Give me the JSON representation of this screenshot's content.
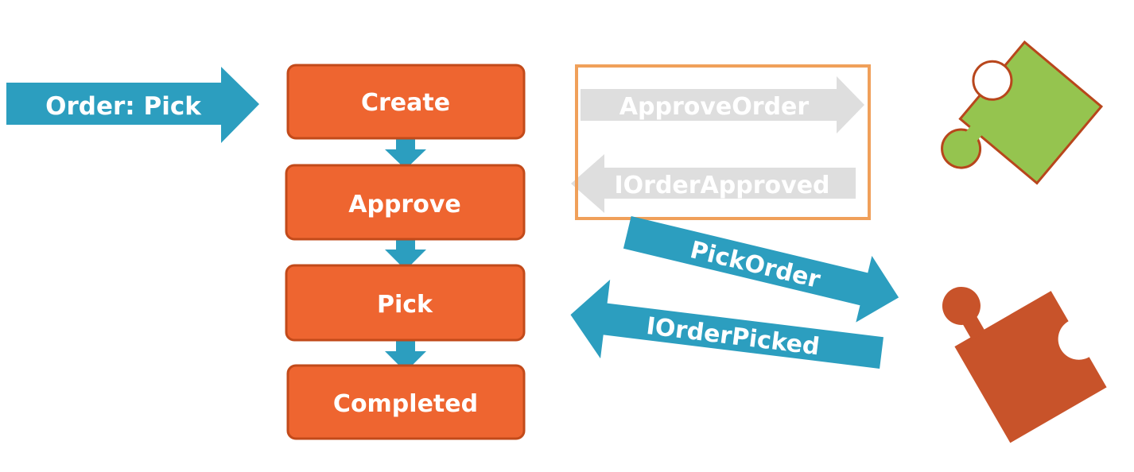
{
  "colors": {
    "state_fill": "#ee6530",
    "state_border": "#c24a1a",
    "arrow_blue": "#2c9ebf",
    "faded_arrow": "#dedede",
    "box_outline": "#f0a05a",
    "puzzle_green": "#95c44f",
    "puzzle_green_border": "#b8461c",
    "puzzle_orange": "#c8532a",
    "white": "#ffffff"
  },
  "input": {
    "label": "Order: Pick"
  },
  "states": [
    {
      "label": "Create"
    },
    {
      "label": "Approve"
    },
    {
      "label": "Pick"
    },
    {
      "label": "Completed"
    }
  ],
  "messages": {
    "approve_order": "ApproveOrder",
    "order_approved": "IOrderApproved",
    "pick_order": "PickOrder",
    "order_picked": "IOrderPicked"
  },
  "icons": {
    "green_piece": "puzzle-piece-icon",
    "orange_piece": "puzzle-piece-icon"
  }
}
